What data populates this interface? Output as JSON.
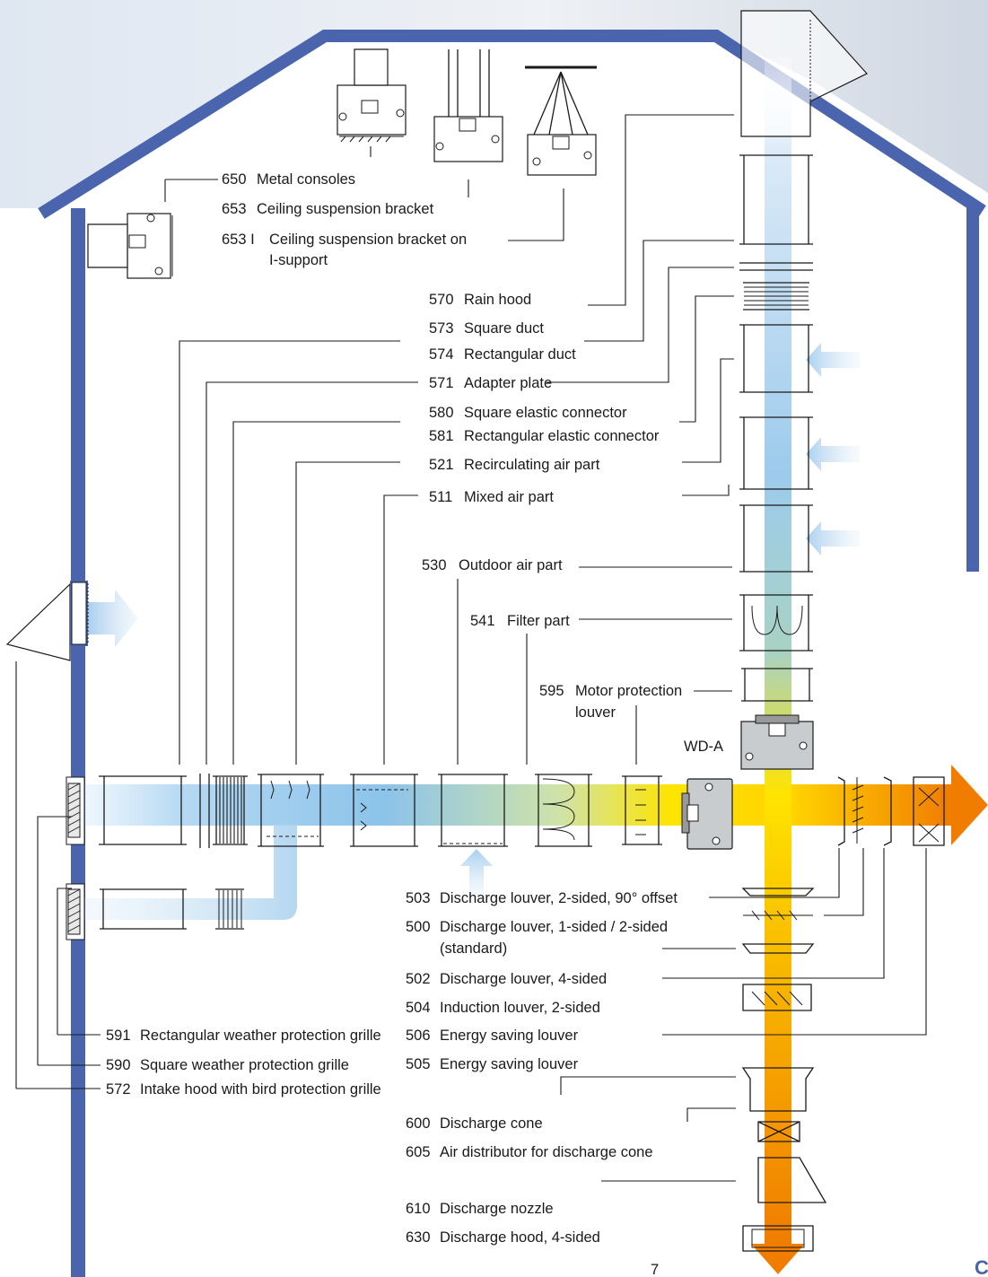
{
  "colors": {
    "house": "#4a64ad",
    "air_cool": "#8cc3ea",
    "air_warm": "#f07d00",
    "air_mid": "#ffe400"
  },
  "unit": {
    "label": "WD-A"
  },
  "page_number": "7",
  "corner_mark": "C",
  "labels": [
    {
      "code": "650",
      "text": "Metal consoles"
    },
    {
      "code": "653",
      "text": "Ceiling suspension bracket"
    },
    {
      "code": "653 I",
      "text": "Ceiling suspension bracket on",
      "text2": "I-support"
    },
    {
      "code": "570",
      "text": "Rain hood"
    },
    {
      "code": "573",
      "text": "Square duct"
    },
    {
      "code": "574",
      "text": "Rectangular duct"
    },
    {
      "code": "571",
      "text": "Adapter plate"
    },
    {
      "code": "580",
      "text": "Square elastic connector"
    },
    {
      "code": "581",
      "text": "Rectangular elastic connector"
    },
    {
      "code": "521",
      "text": "Recirculating air part"
    },
    {
      "code": "511",
      "text": "Mixed air part"
    },
    {
      "code": "530",
      "text": "Outdoor air part"
    },
    {
      "code": "541",
      "text": "Filter part"
    },
    {
      "code": "595",
      "text": "Motor protection",
      "text2": "louver"
    },
    {
      "code": "503",
      "text": "Discharge louver, 2-sided, 90° offset"
    },
    {
      "code": "500",
      "text": "Discharge louver, 1-sided / 2-sided",
      "text2": "(standard)"
    },
    {
      "code": "502",
      "text": "Discharge louver, 4-sided"
    },
    {
      "code": "504",
      "text": "Induction louver, 2-sided"
    },
    {
      "code": "506",
      "text": "Energy saving louver"
    },
    {
      "code": "505",
      "text": "Energy saving louver"
    },
    {
      "code": "600",
      "text": "Discharge cone"
    },
    {
      "code": "605",
      "text": "Air distributor for discharge cone"
    },
    {
      "code": "610",
      "text": "Discharge nozzle"
    },
    {
      "code": "630",
      "text": "Discharge hood, 4-sided"
    },
    {
      "code": "591",
      "text": "Rectangular weather protection grille"
    },
    {
      "code": "590",
      "text": "Square weather protection grille"
    },
    {
      "code": "572",
      "text": "Intake hood with bird protection grille"
    }
  ]
}
